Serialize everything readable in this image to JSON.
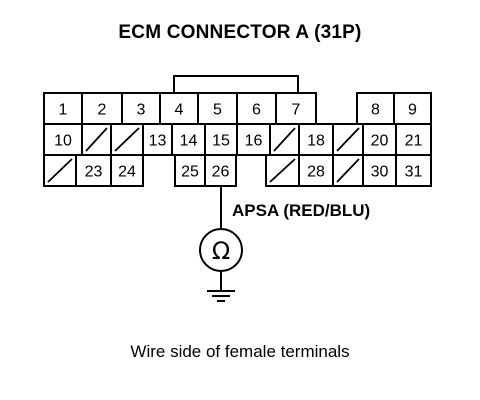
{
  "title": "ECM CONNECTOR A (31P)",
  "wire_label": "APSA (RED/BLU)",
  "caption": "Wire side of female terminals",
  "meter_symbol": "Ω",
  "meter_icon": "ohmmeter-icon",
  "ground_icon": "ground-icon",
  "rows": [
    [
      {
        "label": "1"
      },
      {
        "label": "2"
      },
      {
        "label": "3"
      },
      {
        "label": "4"
      },
      {
        "label": "5"
      },
      {
        "label": "6"
      },
      {
        "label": "7"
      },
      {
        "label": ""
      },
      {
        "label": "8"
      },
      {
        "label": "9"
      }
    ],
    [
      {
        "label": "10"
      },
      {
        "label": "",
        "blank": true
      },
      {
        "label": "",
        "blank": true
      },
      {
        "label": "13"
      },
      {
        "label": "14"
      },
      {
        "label": "15"
      },
      {
        "label": "16"
      },
      {
        "label": "",
        "blank": true
      },
      {
        "label": "18"
      },
      {
        "label": "",
        "blank": true
      },
      {
        "label": "20"
      },
      {
        "label": "21"
      }
    ],
    [
      {
        "label": "",
        "blank": true
      },
      {
        "label": "23"
      },
      {
        "label": "24"
      },
      {
        "label": "25"
      },
      {
        "label": "26"
      },
      {
        "label": "",
        "blank": true
      },
      {
        "label": "28"
      },
      {
        "label": "",
        "blank": true
      },
      {
        "label": "30"
      },
      {
        "label": "31"
      }
    ]
  ]
}
